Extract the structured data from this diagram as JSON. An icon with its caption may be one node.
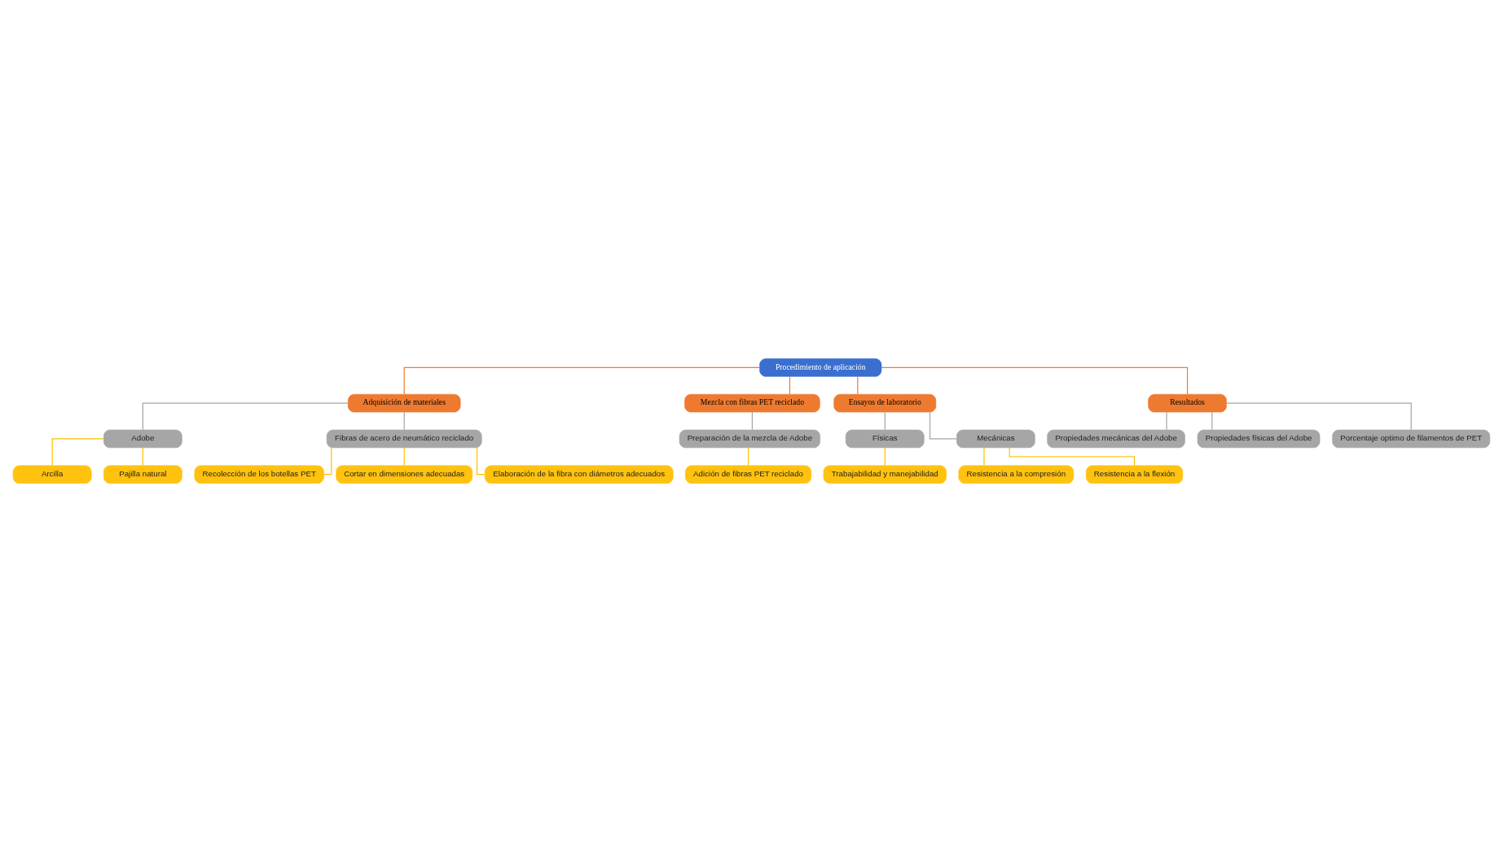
{
  "diagram": {
    "nodes": [
      {
        "text": [
          "Procedimiento de aplicación"
        ]
      },
      {
        "text": [
          "Adquisición de materiales"
        ]
      },
      {
        "text": [
          "Mezcla con fibras PET reciclado"
        ]
      },
      {
        "text": [
          "Ensayos de laboratorio"
        ]
      },
      {
        "text": [
          "Resultados"
        ]
      },
      {
        "text": [
          "Adobe"
        ]
      },
      {
        "text": [
          "Fibras de acero de neumático reciclado"
        ]
      },
      {
        "text": [
          "Arcilla"
        ]
      },
      {
        "text": [
          "Pajilla natural"
        ]
      },
      {
        "text": [
          "Recolección de los botellas PET"
        ]
      },
      {
        "text": [
          "Cortar en dimensiones adecuadas"
        ]
      },
      {
        "text": [
          "Elaboración de la fibra con diámetros adecuados"
        ]
      },
      {
        "text": [
          "Preparación de la mezcla de Adobe"
        ]
      },
      {
        "text": [
          "Adición de fibras PET reciclado"
        ]
      },
      {
        "text": [
          "Físicas"
        ]
      },
      {
        "text": [
          "Mecánicas"
        ]
      },
      {
        "text": [
          "Trabajabilidad y manejabilidad"
        ]
      },
      {
        "text": [
          "Resistencia a la compresión"
        ]
      },
      {
        "text": [
          "Resistencia a la flexión"
        ]
      },
      {
        "text": [
          "Propiedades mecánicas del Adobe"
        ]
      },
      {
        "text": [
          "Propiedades físicas del Adobe"
        ]
      },
      {
        "text": [
          "Porcentaje optimo de filamentos de PET"
        ]
      }
    ],
    "edges": [
      {
        "from": 0,
        "to": 1,
        "arrow": "none",
        "color": "#ed7d31"
      },
      {
        "from": 0,
        "to": 2,
        "arrow": "none",
        "color": "#ed7d31"
      },
      {
        "from": 0,
        "to": 3,
        "arrow": "none",
        "color": "#ed7d31"
      },
      {
        "from": 0,
        "to": 4,
        "arrow": "none",
        "color": "#ed7d31"
      },
      {
        "from": 1,
        "to": 5,
        "arrow": "none",
        "color": "#a5a5a5"
      },
      {
        "from": 1,
        "to": 6,
        "arrow": "none",
        "color": "#a5a5a5"
      },
      {
        "from": 5,
        "to": 7,
        "arrow": "none"
      },
      {
        "from": 5,
        "to": 8,
        "arrow": "none"
      },
      {
        "from": 6,
        "to": 9,
        "arrow": "none"
      },
      {
        "from": 6,
        "to": 10,
        "arrow": "none"
      },
      {
        "from": 6,
        "to": 11,
        "arrow": "none"
      },
      {
        "from": 2,
        "to": 12,
        "arrow": "none",
        "color": "#a5a5a5"
      },
      {
        "from": 12,
        "to": 13,
        "arrow": "none"
      },
      {
        "from": 3,
        "to": 14,
        "arrow": "none",
        "color": "#a5a5a5"
      },
      {
        "from": 3,
        "to": 15,
        "arrow": "none",
        "color": "#a5a5a5"
      },
      {
        "from": 14,
        "to": 16,
        "arrow": "none"
      },
      {
        "from": 15,
        "to": 17,
        "arrow": "none"
      },
      {
        "from": 15,
        "to": 18,
        "arrow": "none"
      },
      {
        "from": 4,
        "to": 19,
        "arrow": "none",
        "color": "#a5a5a5"
      },
      {
        "from": 4,
        "to": 20,
        "arrow": "none",
        "color": "#a5a5a5"
      },
      {
        "from": 4,
        "to": 21,
        "arrow": "none",
        "color": "#a5a5a5"
      }
    ]
  }
}
